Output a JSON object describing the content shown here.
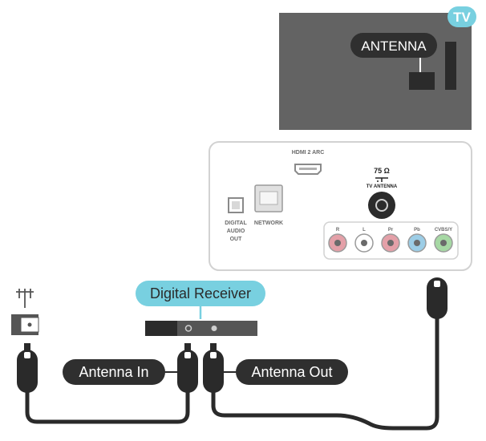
{
  "badge": {
    "label": "TV"
  },
  "tv": {
    "antenna_label": "ANTENNA"
  },
  "panel": {
    "hdmi_label": "HDMI 2 ARC",
    "ohm_label": "75 Ω",
    "tv_antenna_label": "TV ANTENNA",
    "digital_audio_lines": [
      "DIGITAL",
      "AUDIO",
      "OUT"
    ],
    "network_label": "NETWORK",
    "av_jacks": [
      {
        "label": "R",
        "color": "#e4a0a8"
      },
      {
        "label": "L",
        "color": "#ffffff"
      },
      {
        "label": "Pr",
        "color": "#e4a0a8"
      },
      {
        "label": "Pb",
        "color": "#9ccde6"
      },
      {
        "label": "CVBS/Y",
        "color": "#a6d8a4"
      }
    ]
  },
  "receiver": {
    "label": "Digital Receiver"
  },
  "cables": {
    "antenna_in_label": "Antenna In",
    "antenna_out_label": "Antenna Out"
  },
  "colors": {
    "dark": "#2f2f2f",
    "tv_body": "#636363",
    "teal": "#78d0e0",
    "panel_border": "#d2d2d2",
    "cable": "#2a2a2a"
  }
}
